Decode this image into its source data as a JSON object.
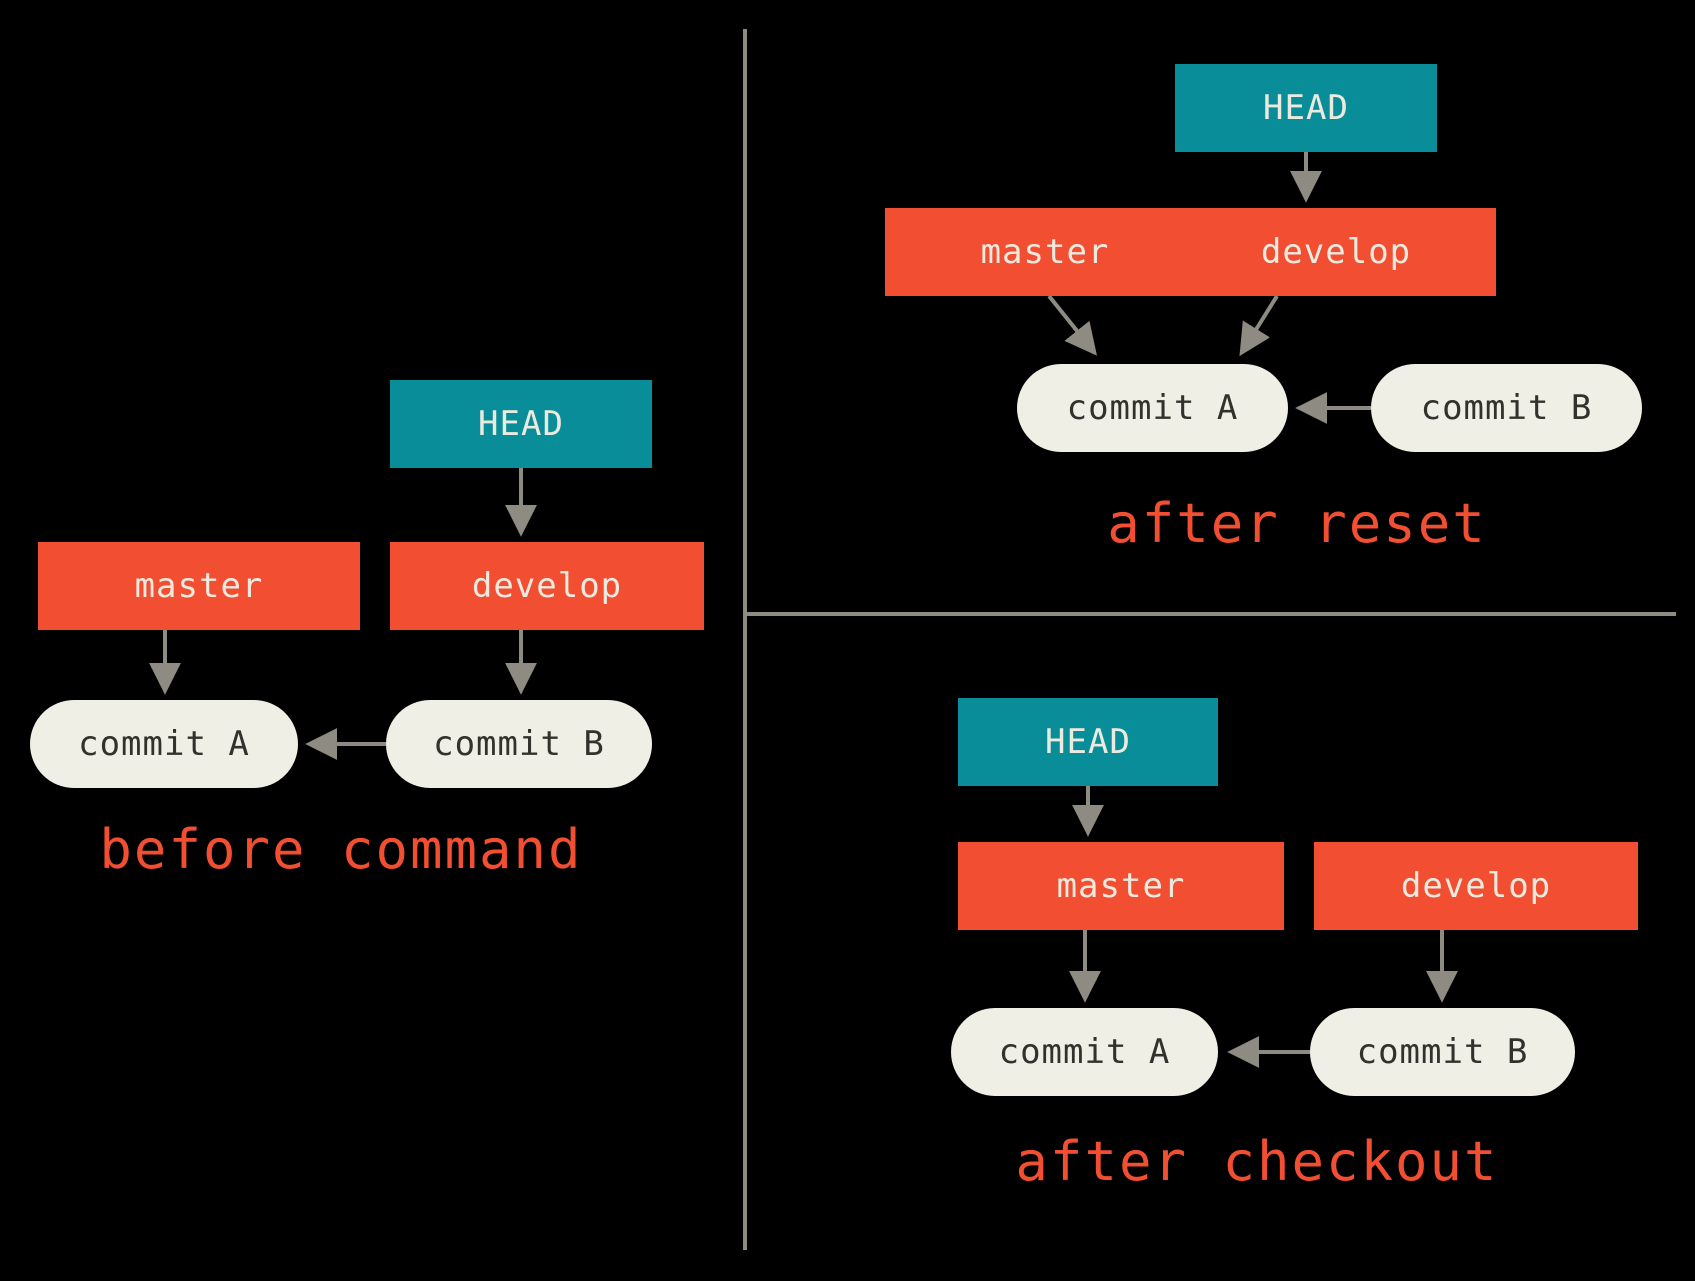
{
  "colors": {
    "background": "#000000",
    "head_box": "#098e99",
    "branch_box": "#f14e32",
    "commit_pill": "#f0efe6",
    "commit_text": "#32312c",
    "box_text": "#eceadf",
    "arrow": "#8e8b83",
    "divider": "#8e8b83",
    "caption_text": "#f14e32"
  },
  "panels": {
    "before": {
      "caption": "before command",
      "head": "HEAD",
      "master": "master",
      "develop": "develop",
      "commit_a": "commit A",
      "commit_b": "commit B"
    },
    "after_reset": {
      "caption": "after reset",
      "head": "HEAD",
      "master": "master",
      "develop": "develop",
      "commit_a": "commit A",
      "commit_b": "commit B"
    },
    "after_checkout": {
      "caption": "after checkout",
      "head": "HEAD",
      "master": "master",
      "develop": "develop",
      "commit_a": "commit A",
      "commit_b": "commit B"
    }
  }
}
